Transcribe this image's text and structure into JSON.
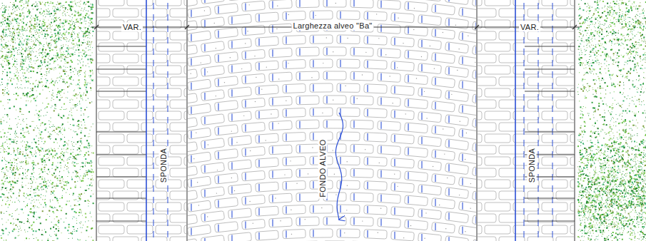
{
  "diagram": {
    "labels": [
      "VAR.",
      "Larghezza alveo \"Ba\"",
      "VAR.",
      "SPONDA",
      "FONDO ALVEO",
      "SPONDA"
    ]
  }
}
